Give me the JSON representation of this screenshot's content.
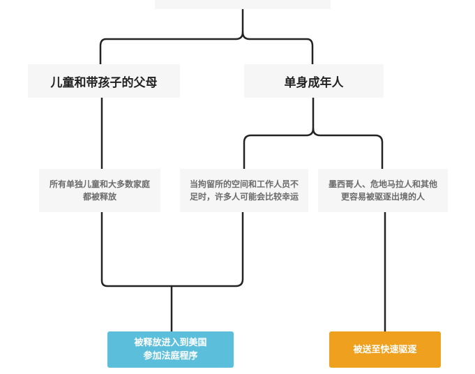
{
  "diagram": {
    "categories": {
      "families": "儿童和带孩子的父母",
      "singles": "单身成年人"
    },
    "notes": {
      "families_released": "所有单独儿童和大多数家庭\n都被释放",
      "singles_space": "当拘留所的空间和工作人员不\n足时，许多人可能会比较幸运",
      "mexicans": "墨西哥人、危地马拉人和其他\n更容易被驱逐出境的人"
    },
    "results": {
      "released": "被释放进入到美国\n参加法庭程序",
      "deported": "被送至快速驱逐"
    },
    "colors": {
      "line": "#222222",
      "box_background": "#f6f6f6",
      "released": "#5bbfdc",
      "deported": "#eea01e",
      "note_text": "#6b6b6b"
    }
  }
}
